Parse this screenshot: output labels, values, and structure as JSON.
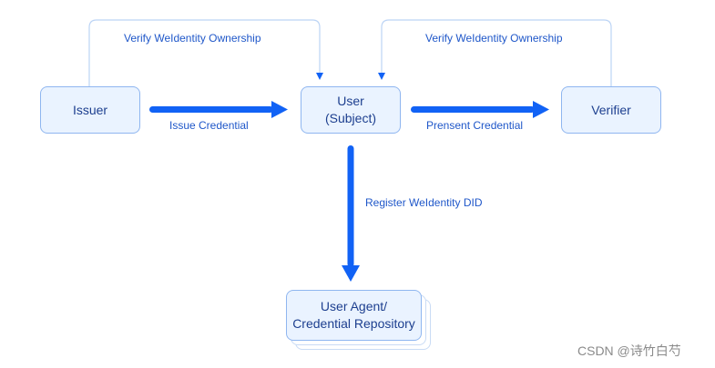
{
  "nodes": {
    "issuer": "Issuer",
    "user_line1": "User",
    "user_line2": "(Subject)",
    "verifier": "Verifier",
    "agent_line1": "User Agent/",
    "agent_line2": "Credential Repository"
  },
  "edges": {
    "issue_credential": "Issue Credential",
    "present_credential": "Prensent Credential",
    "register_did": "Register WeIdentity DID",
    "verify_left": "Verify WeIdentity Ownership",
    "verify_right": "Verify WeIdentity Ownership"
  },
  "watermark": "CSDN @诗竹白芍",
  "colors": {
    "arrow": "#1162f5",
    "connector": "#bcd4f5",
    "node_fill": "#eaf3ff",
    "node_border": "#8fb6f0",
    "label": "#1f57c9"
  }
}
